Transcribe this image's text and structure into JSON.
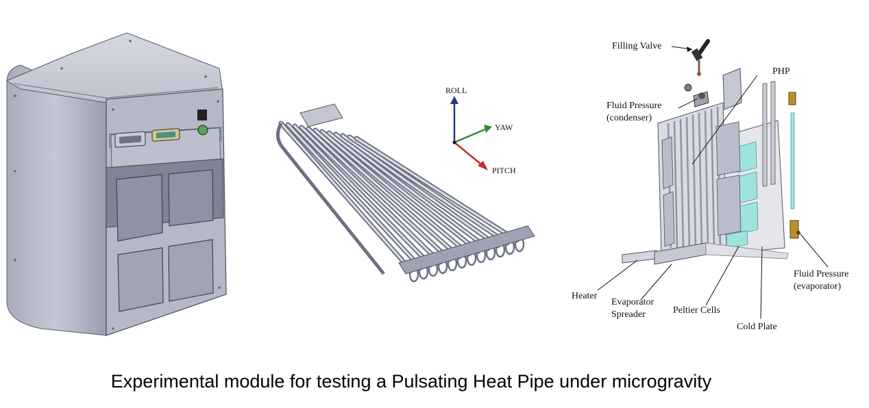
{
  "axes": {
    "roll": "ROLL",
    "yaw": "YAW",
    "pitch": "PITCH",
    "roll_color": "#1f3a8a",
    "yaw_color": "#2e8b3a",
    "pitch_color": "#c62828"
  },
  "labels": {
    "filling_valve": "Filling Valve",
    "php": "PHP",
    "fluid_pressure_condenser_1": "Fluid Pressure",
    "fluid_pressure_condenser_2": "(condenser)",
    "fluid_pressure_evaporator_1": "Fluid Pressure",
    "fluid_pressure_evaporator_2": "(evaporator)",
    "heater": "Heater",
    "evaporator_spreader_1": "Evaporator",
    "evaporator_spreader_2": "Spreader",
    "peltier_cells": "Peltier Cells",
    "cold_plate": "Cold Plate"
  },
  "caption": "Experimental module for testing a Pulsating Heat Pipe under microgravity",
  "colors": {
    "module_body": "#b9bccb",
    "module_dark": "#7c8094",
    "pipe": "#c7cad6",
    "peltier": "#9fe3df",
    "sensor": "#b8902f"
  }
}
